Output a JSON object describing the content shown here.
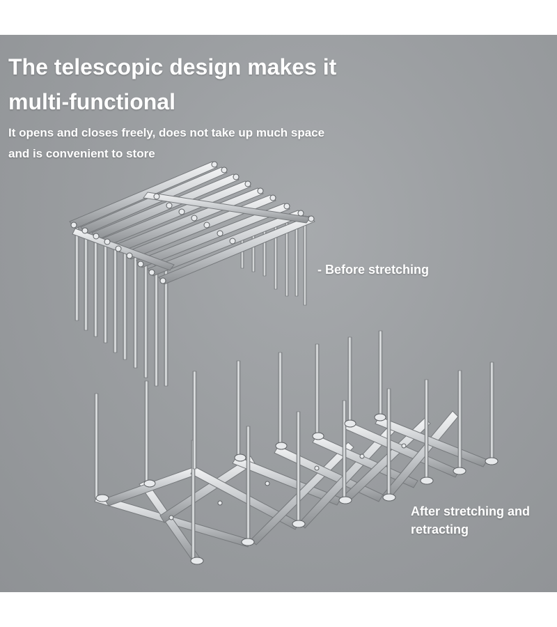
{
  "headline": {
    "line1": "The telescopic design makes it",
    "line2": "multi-functional"
  },
  "subheadline": {
    "line1": "It opens and closes freely, does not take up much space",
    "line2": "and is convenient to store"
  },
  "labels": {
    "before": "- Before stretching",
    "after_line1": "After stretching and",
    "after_line2": "retracting"
  },
  "colors": {
    "background": "#9ea1a4",
    "text": "#ffffff",
    "steel": "#d9dcdf"
  }
}
